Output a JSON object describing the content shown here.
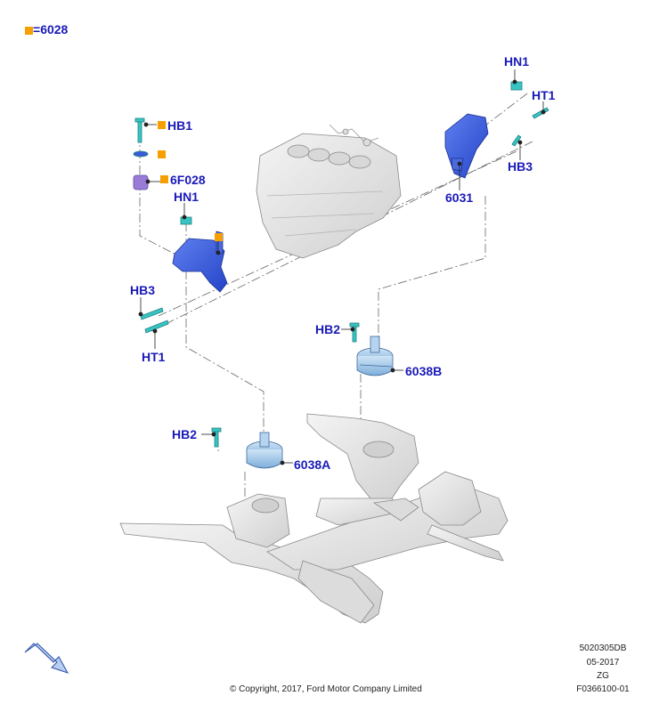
{
  "legend": {
    "equals": "=",
    "code": "6028"
  },
  "labels": {
    "hn1_top": "HN1",
    "ht1_top": "HT1",
    "hb3_right": "HB3",
    "part_6031": "6031",
    "hb1": "HB1",
    "part_6f028": "6F028",
    "hn1_left": "HN1",
    "hb3_left": "HB3",
    "ht1_left": "HT1",
    "hb2_right": "HB2",
    "part_6038b": "6038B",
    "hb2_left": "HB2",
    "part_6038a": "6038A"
  },
  "footer": {
    "ref1": "5020305DB",
    "ref2": "05-2017",
    "ref3": "ZG",
    "ref4": "F0366100-01",
    "copyright": "© Copyright, 2017, Ford Motor Company Limited"
  },
  "colors": {
    "label": "#1a1ab8",
    "marker": "#f5a000",
    "bracket_blue": "#3a5bd9",
    "mount_blue": "#9ec6ea",
    "fastener": "#39c4c4",
    "casting_gray": "#e6e6e6",
    "line_gray": "#555555"
  },
  "icons": {
    "direction": "arrow-icon"
  }
}
